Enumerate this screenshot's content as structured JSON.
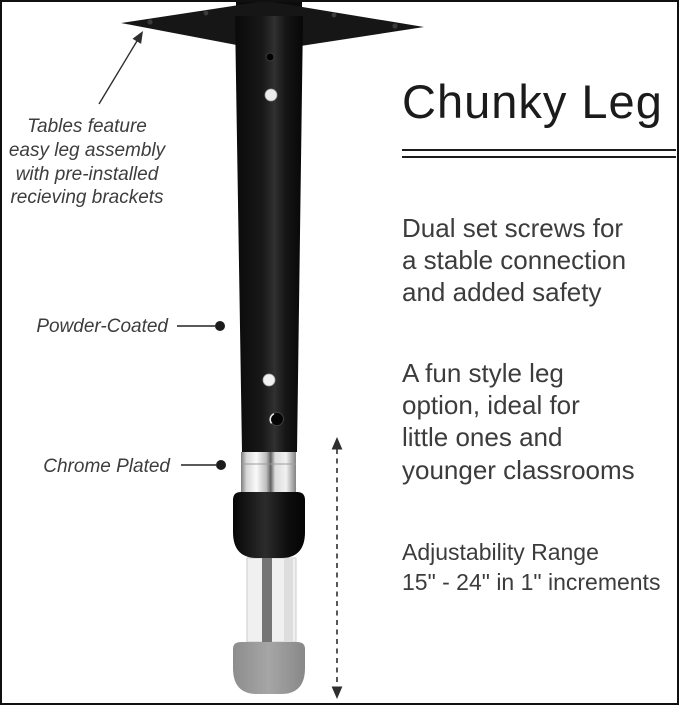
{
  "title": "Chunky Leg",
  "callouts": {
    "assembly": "Tables feature\neasy leg assembly\nwith pre-installed\nrecieving brackets",
    "powder_coated": "Powder-Coated",
    "chrome_plated": "Chrome Plated"
  },
  "features": {
    "set_screws": "Dual set screws for\na stable connection\nand added safety",
    "style": "A fun style leg\noption, ideal for\nlittle ones and\nyounger classrooms",
    "adjustability": "Adjustability Range\n15\" - 24\" in 1\" increments"
  },
  "illustration": {
    "parts": [
      "mounting-plate",
      "leg-body",
      "chrome-section",
      "leg-foot",
      "extension-tube",
      "extension-foot",
      "adjustability-range-arrow"
    ],
    "colors": {
      "leg_black": "#141414",
      "chrome_silver": "#e8e8e8",
      "ghost_gray": "#8d8d8d",
      "title_text": "#1b1b1b",
      "body_text": "#3c3c3c"
    }
  }
}
